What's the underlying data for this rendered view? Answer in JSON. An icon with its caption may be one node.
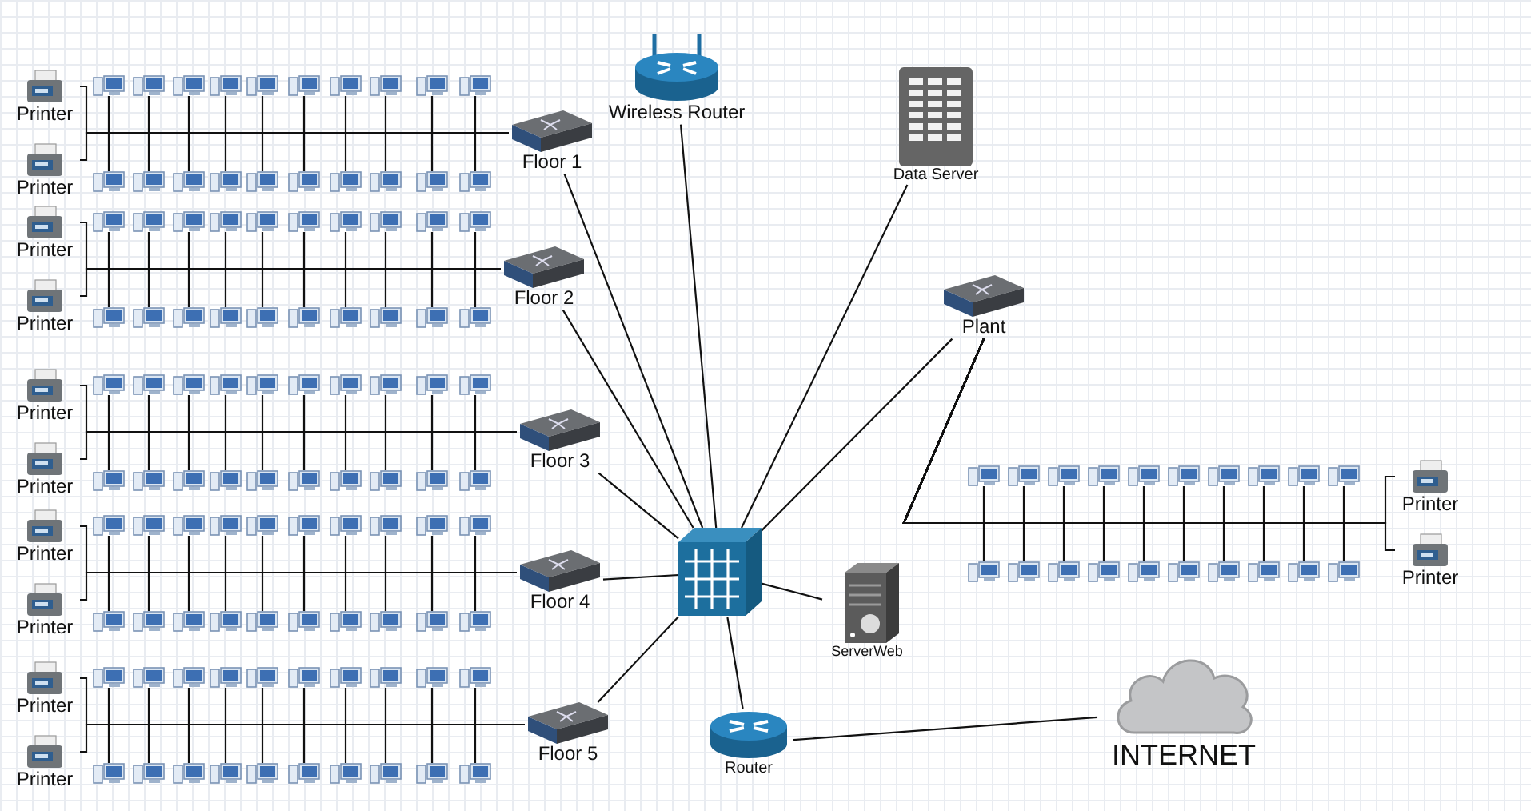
{
  "diagram": {
    "nodes": [
      {
        "text": [
          "Wireless Router"
        ]
      },
      {
        "text": [
          "Data Server"
        ]
      },
      {
        "text": [
          "Plant"
        ]
      },
      {
        "text": [
          "Printer"
        ]
      },
      {
        "text": [],
        "shape": "picture"
      },
      {
        "text": [],
        "shape": "picture"
      },
      {
        "text": [],
        "shape": "picture"
      },
      {
        "text": [],
        "shape": "picture"
      },
      {
        "text": [],
        "shape": "picture"
      },
      {
        "text": [],
        "shape": "picture"
      },
      {
        "text": [],
        "shape": "picture"
      },
      {
        "text": [],
        "shape": "picture"
      },
      {
        "text": [],
        "shape": "picture"
      },
      {
        "text": [],
        "shape": "picture"
      },
      {
        "text": [
          "Floor 1"
        ]
      },
      {
        "text": [
          "Printer"
        ]
      },
      {
        "text": [],
        "shape": "picture"
      },
      {
        "text": [],
        "shape": "picture"
      },
      {
        "text": [],
        "shape": "picture"
      },
      {
        "text": [],
        "shape": "picture"
      },
      {
        "text": [],
        "shape": "picture"
      },
      {
        "text": [],
        "shape": "picture"
      },
      {
        "text": [],
        "shape": "picture"
      },
      {
        "text": [],
        "shape": "picture"
      },
      {
        "text": [],
        "shape": "picture"
      },
      {
        "text": [],
        "shape": "picture"
      },
      {
        "text": [
          "Printer"
        ]
      },
      {
        "text": [],
        "shape": "picture"
      },
      {
        "text": [],
        "shape": "picture"
      },
      {
        "text": [],
        "shape": "picture"
      },
      {
        "text": [],
        "shape": "picture"
      },
      {
        "text": [],
        "shape": "picture"
      },
      {
        "text": [],
        "shape": "picture"
      },
      {
        "text": [],
        "shape": "picture"
      },
      {
        "text": [],
        "shape": "picture"
      },
      {
        "text": [],
        "shape": "picture"
      },
      {
        "text": [],
        "shape": "picture"
      },
      {
        "text": [
          "Floor 2"
        ]
      },
      {
        "text": [
          "Printer"
        ]
      },
      {
        "text": [],
        "shape": "picture"
      },
      {
        "text": [],
        "shape": "picture"
      },
      {
        "text": [],
        "shape": "picture"
      },
      {
        "text": [],
        "shape": "picture"
      },
      {
        "text": [],
        "shape": "picture"
      },
      {
        "text": [],
        "shape": "picture"
      },
      {
        "text": [],
        "shape": "picture"
      },
      {
        "text": [],
        "shape": "picture"
      },
      {
        "text": [],
        "shape": "picture"
      },
      {
        "text": [],
        "shape": "picture"
      },
      {
        "text": [
          "Printer"
        ]
      },
      {
        "text": [],
        "shape": "picture"
      },
      {
        "text": [],
        "shape": "picture"
      },
      {
        "text": [],
        "shape": "picture"
      },
      {
        "text": [],
        "shape": "picture"
      },
      {
        "text": [],
        "shape": "picture"
      },
      {
        "text": [],
        "shape": "picture"
      },
      {
        "text": [],
        "shape": "picture"
      },
      {
        "text": [],
        "shape": "picture"
      },
      {
        "text": [],
        "shape": "picture"
      },
      {
        "text": [],
        "shape": "picture"
      },
      {
        "text": [
          "Floor 3"
        ]
      },
      {
        "text": [
          "Printer"
        ]
      },
      {
        "text": [],
        "shape": "picture"
      },
      {
        "text": [],
        "shape": "picture"
      },
      {
        "text": [],
        "shape": "picture"
      },
      {
        "text": [],
        "shape": "picture"
      },
      {
        "text": [],
        "shape": "picture"
      },
      {
        "text": [],
        "shape": "picture"
      },
      {
        "text": [],
        "shape": "picture"
      },
      {
        "text": [],
        "shape": "picture"
      },
      {
        "text": [],
        "shape": "picture"
      },
      {
        "text": [],
        "shape": "picture"
      },
      {
        "text": [
          "Printer"
        ]
      },
      {
        "text": [],
        "shape": "picture"
      },
      {
        "text": [],
        "shape": "picture"
      },
      {
        "text": [],
        "shape": "picture"
      },
      {
        "text": [],
        "shape": "picture"
      },
      {
        "text": [],
        "shape": "picture"
      },
      {
        "text": [],
        "shape": "picture"
      },
      {
        "text": [],
        "shape": "picture"
      },
      {
        "text": [],
        "shape": "picture"
      },
      {
        "text": [],
        "shape": "picture"
      },
      {
        "text": [],
        "shape": "picture"
      },
      {
        "text": [
          "Floor 4"
        ]
      },
      {
        "text": [
          "Printer"
        ]
      },
      {
        "text": [],
        "shape": "picture"
      },
      {
        "text": [],
        "shape": "picture"
      },
      {
        "text": [],
        "shape": "picture"
      },
      {
        "text": [],
        "shape": "picture"
      },
      {
        "text": [],
        "shape": "picture"
      },
      {
        "text": [],
        "shape": "picture"
      },
      {
        "text": [],
        "shape": "picture"
      },
      {
        "text": [],
        "shape": "picture"
      },
      {
        "text": [],
        "shape": "picture"
      },
      {
        "text": [],
        "shape": "picture"
      },
      {
        "text": [
          "Printer"
        ]
      },
      {
        "text": [],
        "shape": "picture"
      },
      {
        "text": [],
        "shape": "picture"
      },
      {
        "text": [],
        "shape": "picture"
      },
      {
        "text": [],
        "shape": "picture"
      },
      {
        "text": [],
        "shape": "picture"
      },
      {
        "text": [],
        "shape": "picture"
      },
      {
        "text": [],
        "shape": "picture"
      },
      {
        "text": [],
        "shape": "picture"
      },
      {
        "text": [],
        "shape": "picture"
      },
      {
        "text": [],
        "shape": "picture"
      },
      {
        "text": [
          "Floor 5"
        ]
      },
      {
        "text": [
          "Printer"
        ]
      },
      {
        "text": [],
        "shape": "picture"
      },
      {
        "text": [],
        "shape": "picture"
      },
      {
        "text": [],
        "shape": "picture"
      },
      {
        "text": [],
        "shape": "picture"
      },
      {
        "text": [],
        "shape": "picture"
      },
      {
        "text": [],
        "shape": "picture"
      },
      {
        "text": [],
        "shape": "picture"
      },
      {
        "text": [],
        "shape": "picture"
      },
      {
        "text": [],
        "shape": "picture"
      },
      {
        "text": [],
        "shape": "picture"
      },
      {
        "text": [],
        "shape": "picture"
      },
      {
        "text": [
          "ServerWeb"
        ]
      },
      {
        "text": [],
        "shape": "picture"
      },
      {
        "text": [],
        "shape": "picture"
      },
      {
        "text": [],
        "shape": "picture"
      },
      {
        "text": [],
        "shape": "picture"
      },
      {
        "text": [],
        "shape": "picture"
      },
      {
        "text": [],
        "shape": "picture"
      },
      {
        "text": [],
        "shape": "picture"
      },
      {
        "text": [],
        "shape": "picture"
      },
      {
        "text": [],
        "shape": "picture"
      },
      {
        "text": [],
        "shape": "picture"
      },
      {
        "text": [
          "Printer"
        ]
      },
      {
        "text": [],
        "shape": "picture"
      },
      {
        "text": [],
        "shape": "picture"
      },
      {
        "text": [],
        "shape": "picture"
      },
      {
        "text": [],
        "shape": "picture"
      },
      {
        "text": [],
        "shape": "picture"
      },
      {
        "text": [],
        "shape": "picture"
      },
      {
        "text": [],
        "shape": "picture"
      },
      {
        "text": [],
        "shape": "picture"
      },
      {
        "text": [],
        "shape": "picture"
      },
      {
        "text": [],
        "shape": "picture"
      },
      {
        "text": [
          "Printer"
        ]
      },
      {
        "text": [
          "Router"
        ]
      },
      {
        "text": [
          "INTERNET"
        ]
      }
    ],
    "edges": [
      {
        "from": 3,
        "to": 14,
        "arrow": "none"
      },
      {
        "from": 4,
        "to": 14,
        "arrow": "none"
      },
      {
        "from": 5,
        "to": 14,
        "arrow": "none"
      },
      {
        "from": 6,
        "to": 14,
        "arrow": "none"
      },
      {
        "from": 7,
        "to": 14,
        "arrow": "none"
      },
      {
        "from": 8,
        "to": 14,
        "arrow": "none"
      },
      {
        "from": 9,
        "to": 14,
        "arrow": "none"
      },
      {
        "from": 10,
        "to": 14,
        "arrow": "none"
      },
      {
        "from": 11,
        "to": 14,
        "arrow": "none"
      },
      {
        "from": 12,
        "to": 14,
        "arrow": "none"
      },
      {
        "from": 13,
        "to": 14,
        "arrow": "none"
      },
      {
        "from": 15,
        "to": 14,
        "arrow": "none"
      },
      {
        "from": 16,
        "to": 14,
        "arrow": "none"
      },
      {
        "from": 17,
        "to": 14,
        "arrow": "none"
      },
      {
        "from": 18,
        "to": 14,
        "arrow": "none"
      },
      {
        "from": 19,
        "to": 14,
        "arrow": "none"
      },
      {
        "from": 20,
        "to": 14,
        "arrow": "none"
      },
      {
        "from": 21,
        "to": 14,
        "arrow": "none"
      },
      {
        "from": 22,
        "to": 14,
        "arrow": "none"
      },
      {
        "from": 23,
        "to": 14,
        "arrow": "none"
      },
      {
        "from": 24,
        "to": 14,
        "arrow": "none"
      },
      {
        "from": 25,
        "to": 14,
        "arrow": "none"
      },
      {
        "from": 26,
        "to": 37,
        "arrow": "none"
      },
      {
        "from": 27,
        "to": 37,
        "arrow": "none"
      },
      {
        "from": 28,
        "to": 37,
        "arrow": "none"
      },
      {
        "from": 29,
        "to": 37,
        "arrow": "none"
      },
      {
        "from": 30,
        "to": 37,
        "arrow": "none"
      },
      {
        "from": 31,
        "to": 37,
        "arrow": "none"
      },
      {
        "from": 32,
        "to": 37,
        "arrow": "none"
      },
      {
        "from": 33,
        "to": 37,
        "arrow": "none"
      },
      {
        "from": 34,
        "to": 37,
        "arrow": "none"
      },
      {
        "from": 35,
        "to": 37,
        "arrow": "none"
      },
      {
        "from": 36,
        "to": 37,
        "arrow": "none"
      },
      {
        "from": 38,
        "to": 37,
        "arrow": "none"
      },
      {
        "from": 39,
        "to": 37,
        "arrow": "none"
      },
      {
        "from": 40,
        "to": 37,
        "arrow": "none"
      },
      {
        "from": 41,
        "to": 37,
        "arrow": "none"
      },
      {
        "from": 42,
        "to": 37,
        "arrow": "none"
      },
      {
        "from": 43,
        "to": 37,
        "arrow": "none"
      },
      {
        "from": 44,
        "to": 37,
        "arrow": "none"
      },
      {
        "from": 45,
        "to": 37,
        "arrow": "none"
      },
      {
        "from": 46,
        "to": 37,
        "arrow": "none"
      },
      {
        "from": 47,
        "to": 37,
        "arrow": "none"
      },
      {
        "from": 48,
        "to": 37,
        "arrow": "none"
      },
      {
        "from": 49,
        "to": 60,
        "arrow": "none"
      },
      {
        "from": 50,
        "to": 60,
        "arrow": "none"
      },
      {
        "from": 51,
        "to": 60,
        "arrow": "none"
      },
      {
        "from": 52,
        "to": 60,
        "arrow": "none"
      },
      {
        "from": 53,
        "to": 60,
        "arrow": "none"
      },
      {
        "from": 54,
        "to": 60,
        "arrow": "none"
      },
      {
        "from": 55,
        "to": 60,
        "arrow": "none"
      },
      {
        "from": 56,
        "to": 60,
        "arrow": "none"
      },
      {
        "from": 57,
        "to": 60,
        "arrow": "none"
      },
      {
        "from": 58,
        "to": 60,
        "arrow": "none"
      },
      {
        "from": 59,
        "to": 60,
        "arrow": "none"
      },
      {
        "from": 61,
        "to": 60,
        "arrow": "none"
      },
      {
        "from": 62,
        "to": 60,
        "arrow": "none"
      },
      {
        "from": 63,
        "to": 60,
        "arrow": "none"
      },
      {
        "from": 64,
        "to": 60,
        "arrow": "none"
      },
      {
        "from": 65,
        "to": 60,
        "arrow": "none"
      },
      {
        "from": 66,
        "to": 60,
        "arrow": "none"
      },
      {
        "from": 67,
        "to": 60,
        "arrow": "none"
      },
      {
        "from": 68,
        "to": 60,
        "arrow": "none"
      },
      {
        "from": 69,
        "to": 60,
        "arrow": "none"
      },
      {
        "from": 70,
        "to": 60,
        "arrow": "none"
      },
      {
        "from": 71,
        "to": 60,
        "arrow": "none"
      },
      {
        "from": 72,
        "to": 83,
        "arrow": "none"
      },
      {
        "from": 73,
        "to": 83,
        "arrow": "none"
      },
      {
        "from": 74,
        "to": 83,
        "arrow": "none"
      },
      {
        "from": 75,
        "to": 83,
        "arrow": "none"
      },
      {
        "from": 76,
        "to": 83,
        "arrow": "none"
      },
      {
        "from": 77,
        "to": 83,
        "arrow": "none"
      },
      {
        "from": 78,
        "to": 83,
        "arrow": "none"
      },
      {
        "from": 79,
        "to": 83,
        "arrow": "none"
      },
      {
        "from": 80,
        "to": 83,
        "arrow": "none"
      },
      {
        "from": 81,
        "to": 83,
        "arrow": "none"
      },
      {
        "from": 82,
        "to": 83,
        "arrow": "none"
      },
      {
        "from": 84,
        "to": 83,
        "arrow": "none"
      },
      {
        "from": 85,
        "to": 83,
        "arrow": "none"
      },
      {
        "from": 86,
        "to": 83,
        "arrow": "none"
      },
      {
        "from": 87,
        "to": 83,
        "arrow": "none"
      },
      {
        "from": 88,
        "to": 83,
        "arrow": "none"
      },
      {
        "from": 89,
        "to": 83,
        "arrow": "none"
      },
      {
        "from": 90,
        "to": 83,
        "arrow": "none"
      },
      {
        "from": 91,
        "to": 83,
        "arrow": "none"
      },
      {
        "from": 92,
        "to": 83,
        "arrow": "none"
      },
      {
        "from": 93,
        "to": 83,
        "arrow": "none"
      },
      {
        "from": 94,
        "to": 83,
        "arrow": "none"
      },
      {
        "from": 95,
        "to": 106,
        "arrow": "none"
      },
      {
        "from": 96,
        "to": 106,
        "arrow": "none"
      },
      {
        "from": 97,
        "to": 106,
        "arrow": "none"
      },
      {
        "from": 98,
        "to": 106,
        "arrow": "none"
      },
      {
        "from": 99,
        "to": 106,
        "arrow": "none"
      },
      {
        "from": 100,
        "to": 106,
        "arrow": "none"
      },
      {
        "from": 101,
        "to": 106,
        "arrow": "none"
      },
      {
        "from": 102,
        "to": 106,
        "arrow": "none"
      },
      {
        "from": 103,
        "to": 106,
        "arrow": "none"
      },
      {
        "from": 104,
        "to": 106,
        "arrow": "none"
      },
      {
        "from": 105,
        "to": 106,
        "arrow": "none"
      },
      {
        "from": 107,
        "to": 106,
        "arrow": "none"
      },
      {
        "from": 108,
        "to": 106,
        "arrow": "none"
      },
      {
        "from": 109,
        "to": 106,
        "arrow": "none"
      },
      {
        "from": 110,
        "to": 106,
        "arrow": "none"
      },
      {
        "from": 111,
        "to": 106,
        "arrow": "none"
      },
      {
        "from": 112,
        "to": 106,
        "arrow": "none"
      },
      {
        "from": 113,
        "to": 106,
        "arrow": "none"
      },
      {
        "from": 114,
        "to": 106,
        "arrow": "none"
      },
      {
        "from": 115,
        "to": 106,
        "arrow": "none"
      },
      {
        "from": 116,
        "to": 106,
        "arrow": "none"
      },
      {
        "from": 117,
        "to": 106,
        "arrow": "none"
      },
      {
        "from": 120,
        "to": 2,
        "arrow": "none"
      },
      {
        "from": 121,
        "to": 2,
        "arrow": "none"
      },
      {
        "from": 122,
        "to": 2,
        "arrow": "none"
      },
      {
        "from": 123,
        "to": 2,
        "arrow": "none"
      },
      {
        "from": 124,
        "to": 2,
        "arrow": "none"
      },
      {
        "from": 125,
        "to": 2,
        "arrow": "none"
      },
      {
        "from": 126,
        "to": 2,
        "arrow": "none"
      },
      {
        "from": 127,
        "to": 2,
        "arrow": "none"
      },
      {
        "from": 128,
        "to": 2,
        "arrow": "none"
      },
      {
        "from": 129,
        "to": 2,
        "arrow": "none"
      },
      {
        "from": 130,
        "to": 2,
        "arrow": "none"
      },
      {
        "from": 131,
        "to": 2,
        "arrow": "none"
      },
      {
        "from": 132,
        "to": 2,
        "arrow": "none"
      },
      {
        "from": 133,
        "to": 2,
        "arrow": "none"
      },
      {
        "from": 134,
        "to": 2,
        "arrow": "none"
      },
      {
        "from": 135,
        "to": 2,
        "arrow": "none"
      },
      {
        "from": 136,
        "to": 2,
        "arrow": "none"
      },
      {
        "from": 137,
        "to": 2,
        "arrow": "none"
      },
      {
        "from": 138,
        "to": 2,
        "arrow": "none"
      },
      {
        "from": 139,
        "to": 2,
        "arrow": "none"
      },
      {
        "from": 140,
        "to": 2,
        "arrow": "none"
      },
      {
        "from": 141,
        "to": 2,
        "arrow": "none"
      },
      {
        "from": 118,
        "to": 0,
        "arrow": "none"
      },
      {
        "from": 118,
        "to": 1,
        "arrow": "none"
      },
      {
        "from": 118,
        "to": 2,
        "arrow": "none"
      },
      {
        "from": 118,
        "to": 14,
        "arrow": "none"
      },
      {
        "from": 118,
        "to": 37,
        "arrow": "none"
      },
      {
        "from": 118,
        "to": 60,
        "arrow": "none"
      },
      {
        "from": 118,
        "to": 83,
        "arrow": "none"
      },
      {
        "from": 118,
        "to": 106,
        "arrow": "none"
      },
      {
        "from": 118,
        "to": 119,
        "arrow": "none"
      },
      {
        "from": 118,
        "to": 142,
        "arrow": "none"
      },
      {
        "from": 142,
        "to": 143,
        "arrow": "none"
      }
    ]
  }
}
